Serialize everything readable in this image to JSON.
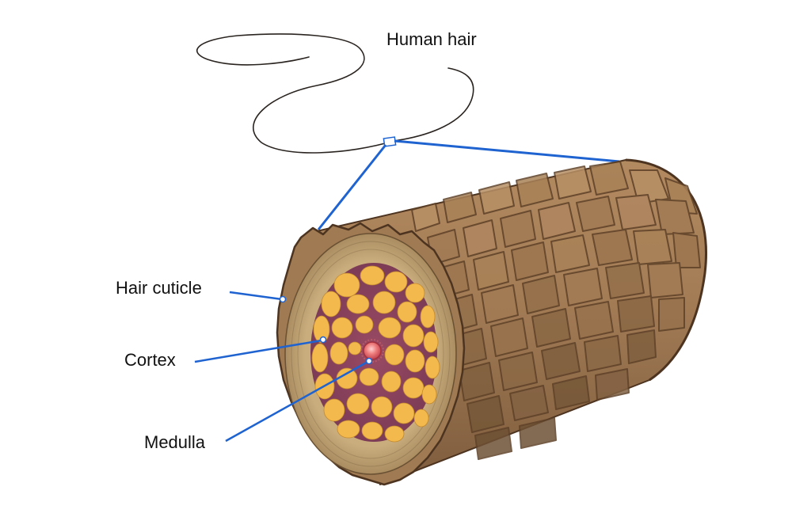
{
  "labels": {
    "human_hair": "Human hair",
    "hair_cuticle": "Hair cuticle",
    "cortex": "Cortex",
    "medulla": "Medulla"
  },
  "colors": {
    "leader_line": "#1f63d1",
    "cuticle_brown": "#a07a52",
    "cuticle_dark": "#5e4128",
    "cortex_ring": "#b59a6c",
    "cortex_cell": "#f0b84e",
    "cortex_mesh": "#8a3a5a",
    "medulla": "#e26a6a",
    "hair_strand": "#2a2420"
  }
}
